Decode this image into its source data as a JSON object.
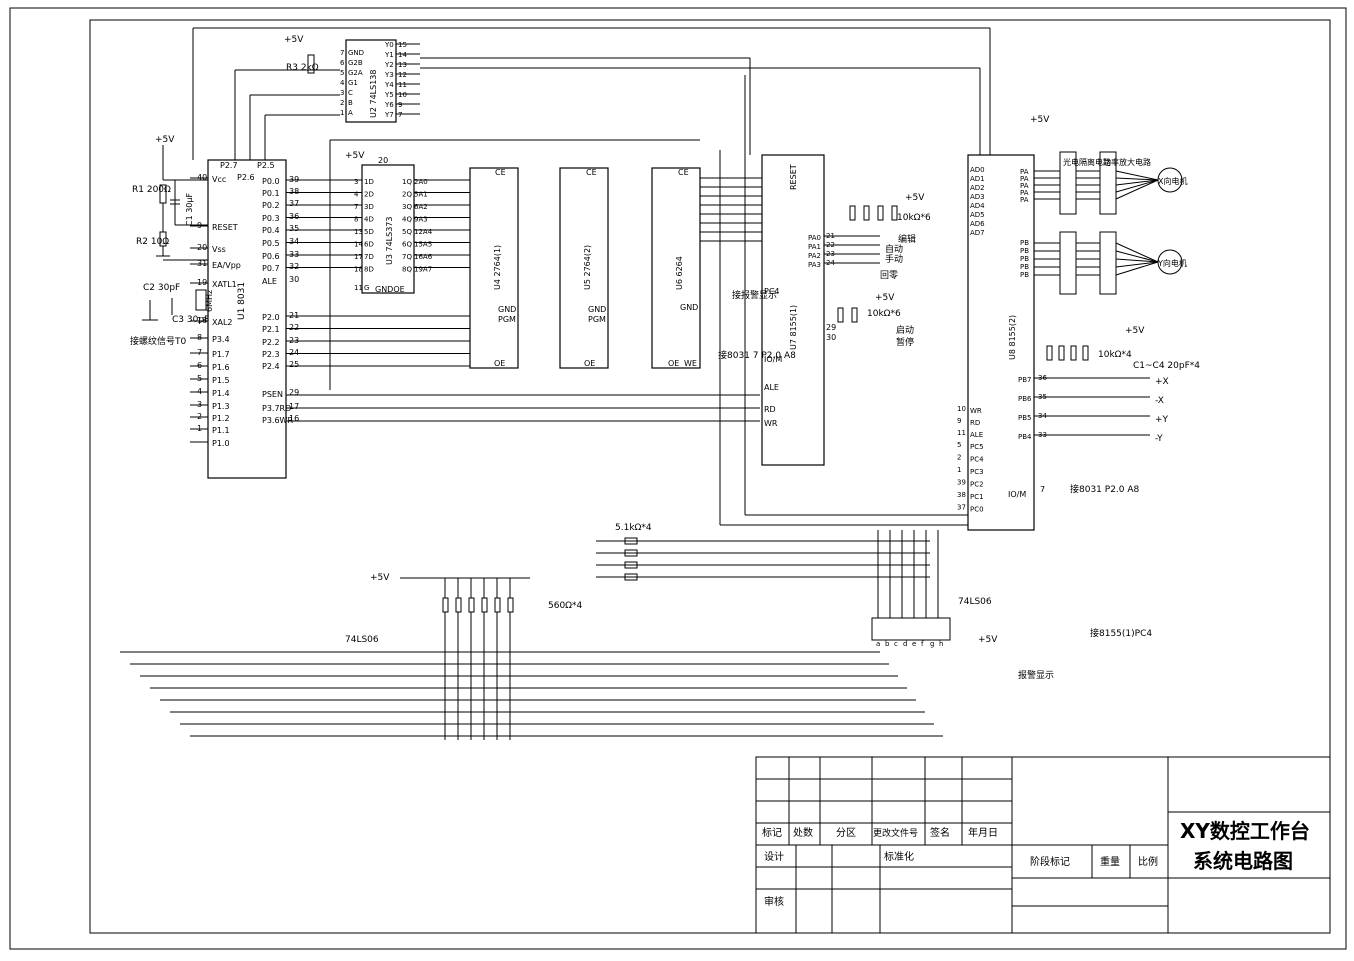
{
  "title_block": {
    "title_line1": "XY数控工作台",
    "title_line2": "系统电路图",
    "rev_mark": "标记",
    "count": "处数",
    "zone": "分区",
    "change_doc": "更改文件号",
    "sign": "签名",
    "date": "年月日",
    "design": "设计",
    "standardize": "标准化",
    "review": "审核",
    "stage_mark": "阶段标记",
    "weight": "重量",
    "scale": "比例"
  },
  "power": {
    "vcc": "+5V"
  },
  "u1": {
    "name": "U1 8031",
    "left_pins": [
      {
        "num": "40",
        "label": "Vcc"
      },
      {
        "num": "9",
        "label": "RESET"
      },
      {
        "num": "20",
        "label": "Vss"
      },
      {
        "num": "31",
        "label": "EA/Vpp"
      },
      {
        "num": "19",
        "label": "XATL1"
      },
      {
        "num": "18",
        "label": "XAL2"
      },
      {
        "num": "8",
        "label": "P3.4"
      },
      {
        "num": "7",
        "label": "P1.7"
      },
      {
        "num": "6",
        "label": "P1.6"
      },
      {
        "num": "5",
        "label": "P1.5"
      },
      {
        "num": "4",
        "label": "P1.4"
      },
      {
        "num": "3",
        "label": "P1.3"
      },
      {
        "num": "2",
        "label": "P1.2"
      },
      {
        "num": "1",
        "label": "P1.1"
      },
      {
        "num": "",
        "label": "P1.0"
      }
    ],
    "right_pins": [
      {
        "num": "39",
        "label": "P0.0"
      },
      {
        "num": "38",
        "label": "P0.1"
      },
      {
        "num": "37",
        "label": "P0.2"
      },
      {
        "num": "36",
        "label": "P0.3"
      },
      {
        "num": "35",
        "label": "P0.4"
      },
      {
        "num": "34",
        "label": "P0.5"
      },
      {
        "num": "33",
        "label": "P0.6"
      },
      {
        "num": "32",
        "label": "P0.7"
      },
      {
        "num": "30",
        "label": "ALE"
      },
      {
        "num": "21",
        "label": "P2.0"
      },
      {
        "num": "22",
        "label": "P2.1"
      },
      {
        "num": "23",
        "label": "P2.2"
      },
      {
        "num": "24",
        "label": "P2.3"
      },
      {
        "num": "25",
        "label": "P2.4"
      },
      {
        "num": "29",
        "label": "PSEN"
      },
      {
        "num": "17",
        "label": "P3.7RD"
      },
      {
        "num": "16",
        "label": "P3.6WR"
      }
    ],
    "top_pins": [
      "P2.7",
      "P2.5",
      "P2.6"
    ],
    "fp_signal": "接螺纹信号T0"
  },
  "u2": {
    "name": "U2 74LS138",
    "left_pins": [
      "GND",
      "G2B",
      "G2A",
      "G1",
      "C",
      "B",
      "A"
    ],
    "left_nums": [
      "7",
      "6",
      "5",
      "4",
      "3",
      "2",
      "1"
    ],
    "right_pins": [
      "Y0",
      "Y1",
      "Y2",
      "Y3",
      "Y4",
      "Y5",
      "Y6",
      "Y7"
    ],
    "right_nums": [
      "15",
      "14",
      "13",
      "12",
      "11",
      "10",
      "9",
      "7"
    ]
  },
  "u3": {
    "name": "U3 74LS373",
    "left_pins": [
      "1D",
      "2D",
      "3D",
      "4D",
      "5D",
      "6D",
      "7D",
      "8D",
      "G"
    ],
    "left_nums": [
      "3",
      "4",
      "7",
      "8",
      "13",
      "14",
      "17",
      "18",
      "11"
    ],
    "right_pins": [
      "1Q",
      "2Q",
      "3Q",
      "4Q",
      "5Q",
      "6Q",
      "7Q",
      "8Q"
    ],
    "right_nums": [
      "2A0",
      "5A1",
      "6A2",
      "9A3",
      "12A4",
      "15A5",
      "16A6",
      "19A7"
    ],
    "bottom": "GNDOE",
    "vcc_num": "20"
  },
  "u4": {
    "name": "U4 2764(1)",
    "gnd": "GND",
    "pgm": "PGM",
    "oe": "OE",
    "ce": "CE"
  },
  "u5": {
    "name": "U5 2764(2)",
    "gnd": "GND",
    "pgm": "PGM",
    "oe": "OE",
    "ce": "CE"
  },
  "u6": {
    "name": "U6 6264",
    "gnd": "GND",
    "oe": "OE",
    "we": "WE",
    "ce": "CE"
  },
  "u7": {
    "name": "U7 8155(1)",
    "reset": "RESET",
    "pa_labels": [
      "PA0",
      "PA1",
      "PA2",
      "PA3"
    ],
    "pa_nums": [
      "21",
      "22",
      "23",
      "24"
    ],
    "pc_labels": [
      "PC4"
    ],
    "mode_labels": [
      "编辑",
      "自动",
      "手动",
      "回零"
    ],
    "start_labels": [
      "启动",
      "暂停"
    ],
    "start_nums": [
      "29",
      "30"
    ],
    "alarm_in": "接报警显示",
    "iom_note": "接8031 7 P2.0 A8",
    "iom": "IO/M",
    "ale": "ALE",
    "rd": "RD",
    "wr": "WR",
    "res1": "10kΩ*6",
    "res2": "10kΩ*6"
  },
  "u8": {
    "name": "U8 8155(2)",
    "ad_labels": [
      "AD0",
      "AD1",
      "AD2",
      "AD3",
      "AD4",
      "AD5",
      "AD6",
      "AD7"
    ],
    "pa_labels": [
      "PA",
      "PA",
      "PA",
      "PA",
      "PA"
    ],
    "pb_labels": [
      "PB",
      "PB",
      "PB",
      "PB",
      "PB"
    ],
    "pb_in_labels": [
      "PB7",
      "PB6",
      "PB5",
      "PB4"
    ],
    "pb_in_nums": [
      "36",
      "35",
      "34",
      "33"
    ],
    "pc_labels": [
      "PC5",
      "PC4",
      "PC3",
      "PC2",
      "PC1",
      "PC0"
    ],
    "pc_nums": [
      "5",
      "2",
      "1",
      "39",
      "38",
      "37"
    ],
    "ctrl": [
      "WR",
      "RD",
      "ALE"
    ],
    "ctrl_nums": [
      "10",
      "9",
      "11"
    ],
    "iom": "IO/M",
    "iom_note": "接8031 P2.0 A8",
    "iom_num": "7",
    "xdir": [
      "+X",
      "-X",
      "+Y",
      "-Y"
    ],
    "res": "10kΩ*4",
    "caps": "C1~C4 20pF*4"
  },
  "drivers": {
    "opto": "光电隔离电路",
    "amp": "功率放大电路",
    "xmotor": "X向电机",
    "ymotor": "Y向电机"
  },
  "display": {
    "res1": "5.1kΩ*4",
    "res2": "560Ω*4",
    "gate1": "74LS06",
    "gate2": "74LS06",
    "segs": [
      "a",
      "b",
      "c",
      "d",
      "e",
      "f",
      "g",
      "h"
    ],
    "alarm": "报警显示",
    "alarm_note": "接8155(1)PC4"
  },
  "components": {
    "r1": "R1 200Ω",
    "r2": "R2 10Ω",
    "r3": "R3 2kΩ",
    "c1": "C1 30μF",
    "c2": "C2 30pF",
    "c3": "C3 30pF",
    "xtal": "6MHz"
  }
}
